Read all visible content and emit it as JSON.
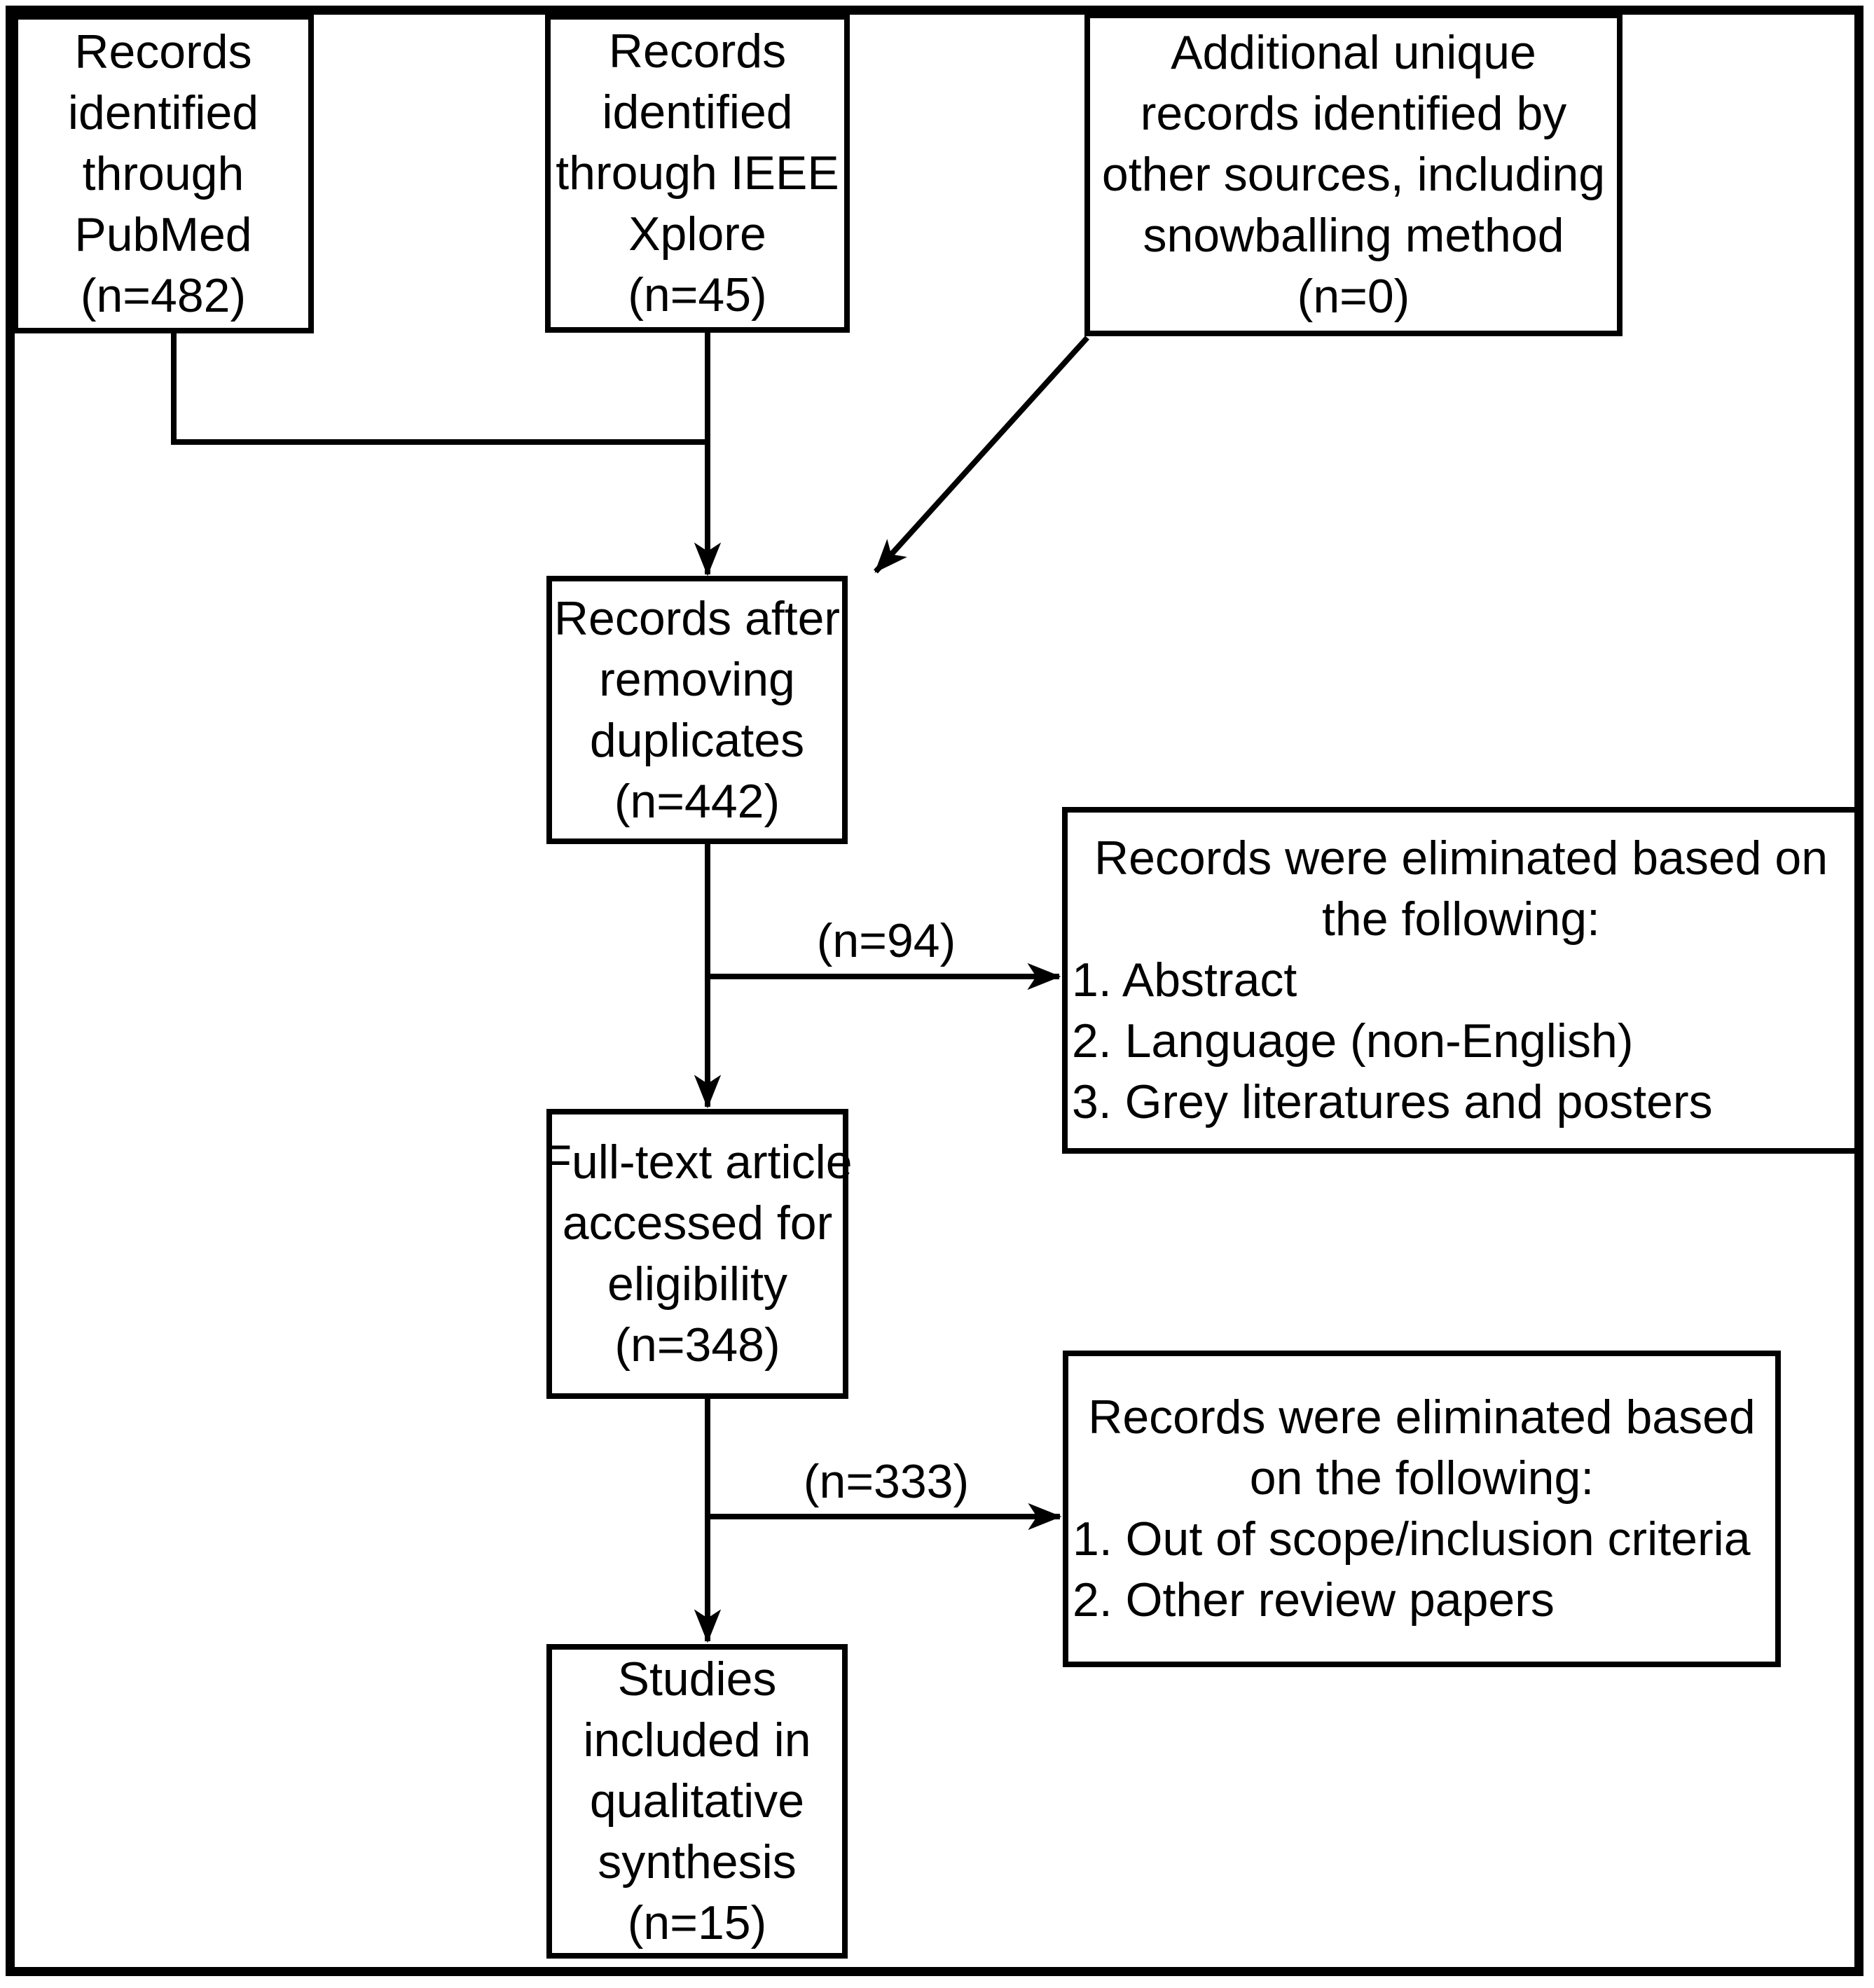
{
  "boxes": {
    "pubmed": {
      "text": "Records\nidentified\nthrough\nPubMed\n(n=482)"
    },
    "ieee": {
      "text": "Records\nidentified\nthrough IEEE\nXplore\n(n=45)"
    },
    "other_sources": {
      "text": "Additional unique\nrecords identified by\nother sources, including\nsnowballing method\n(n=0)"
    },
    "deduplicated": {
      "text": "Records after\nremoving\nduplicates\n(n=442)"
    },
    "full_text": {
      "text": "Full-text article\naccessed for\neligibility\n(n=348)"
    },
    "included": {
      "text": "Studies\nincluded in\nqualitative\nsynthesis\n(n=15)"
    }
  },
  "exclusions": {
    "screening": {
      "heading": "Records were eliminated based on\nthe following:",
      "items": [
        "1. Abstract",
        "2. Language (non-English)",
        "3. Grey literatures and posters"
      ],
      "arrow_label": "(n=94)"
    },
    "full_text": {
      "heading": "Records were eliminated based\non the following:",
      "items": [
        "1. Out of scope/inclusion criteria",
        "2. Other review papers"
      ],
      "arrow_label": "(n=333)"
    }
  },
  "colors": {
    "line": "#000000",
    "text": "#000000",
    "background": "#ffffff"
  }
}
